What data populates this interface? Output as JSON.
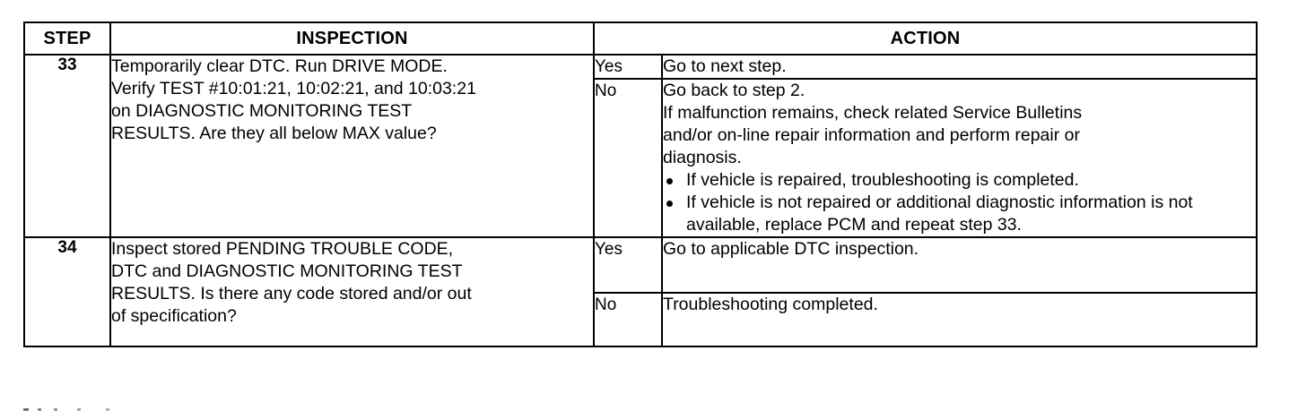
{
  "document": {
    "type": "diagnostic-troubleshooting-table",
    "columns": {
      "step": "STEP",
      "inspection": "INSPECTION",
      "action": "ACTION"
    }
  },
  "rows": [
    {
      "step": "33",
      "inspection_lines": [
        "Temporarily clear DTC. Run DRIVE MODE.",
        "Verify TEST #10:01:21, 10:02:21, and 10:03:21",
        "on DIAGNOSTIC MONITORING TEST",
        "RESULTS. Are they all below MAX value?"
      ],
      "branches": [
        {
          "answer": "Yes",
          "action_lines": [
            "Go to next step."
          ],
          "bullets": []
        },
        {
          "answer": "No",
          "action_lines": [
            "Go back to step 2.",
            "If malfunction remains, check related Service Bulletins",
            "and/or on-line repair information and perform repair or",
            "diagnosis."
          ],
          "bullets": [
            "If vehicle is repaired, troubleshooting is completed.",
            "If vehicle is not repaired or additional diagnostic information is not available, replace PCM and repeat step 33."
          ]
        }
      ]
    },
    {
      "step": "34",
      "inspection_lines": [
        "Inspect stored PENDING TROUBLE CODE,",
        "DTC and DIAGNOSTIC MONITORING TEST",
        "RESULTS. Is there any code stored and/or out",
        "of specification?"
      ],
      "branches": [
        {
          "answer": "Yes",
          "action_lines": [
            "Go to applicable DTC inspection."
          ],
          "bullets": []
        },
        {
          "answer": "No",
          "action_lines": [
            "Troubleshooting completed."
          ],
          "bullets": []
        }
      ]
    }
  ],
  "colors": {
    "ink": "#000000",
    "paper": "#ffffff"
  }
}
